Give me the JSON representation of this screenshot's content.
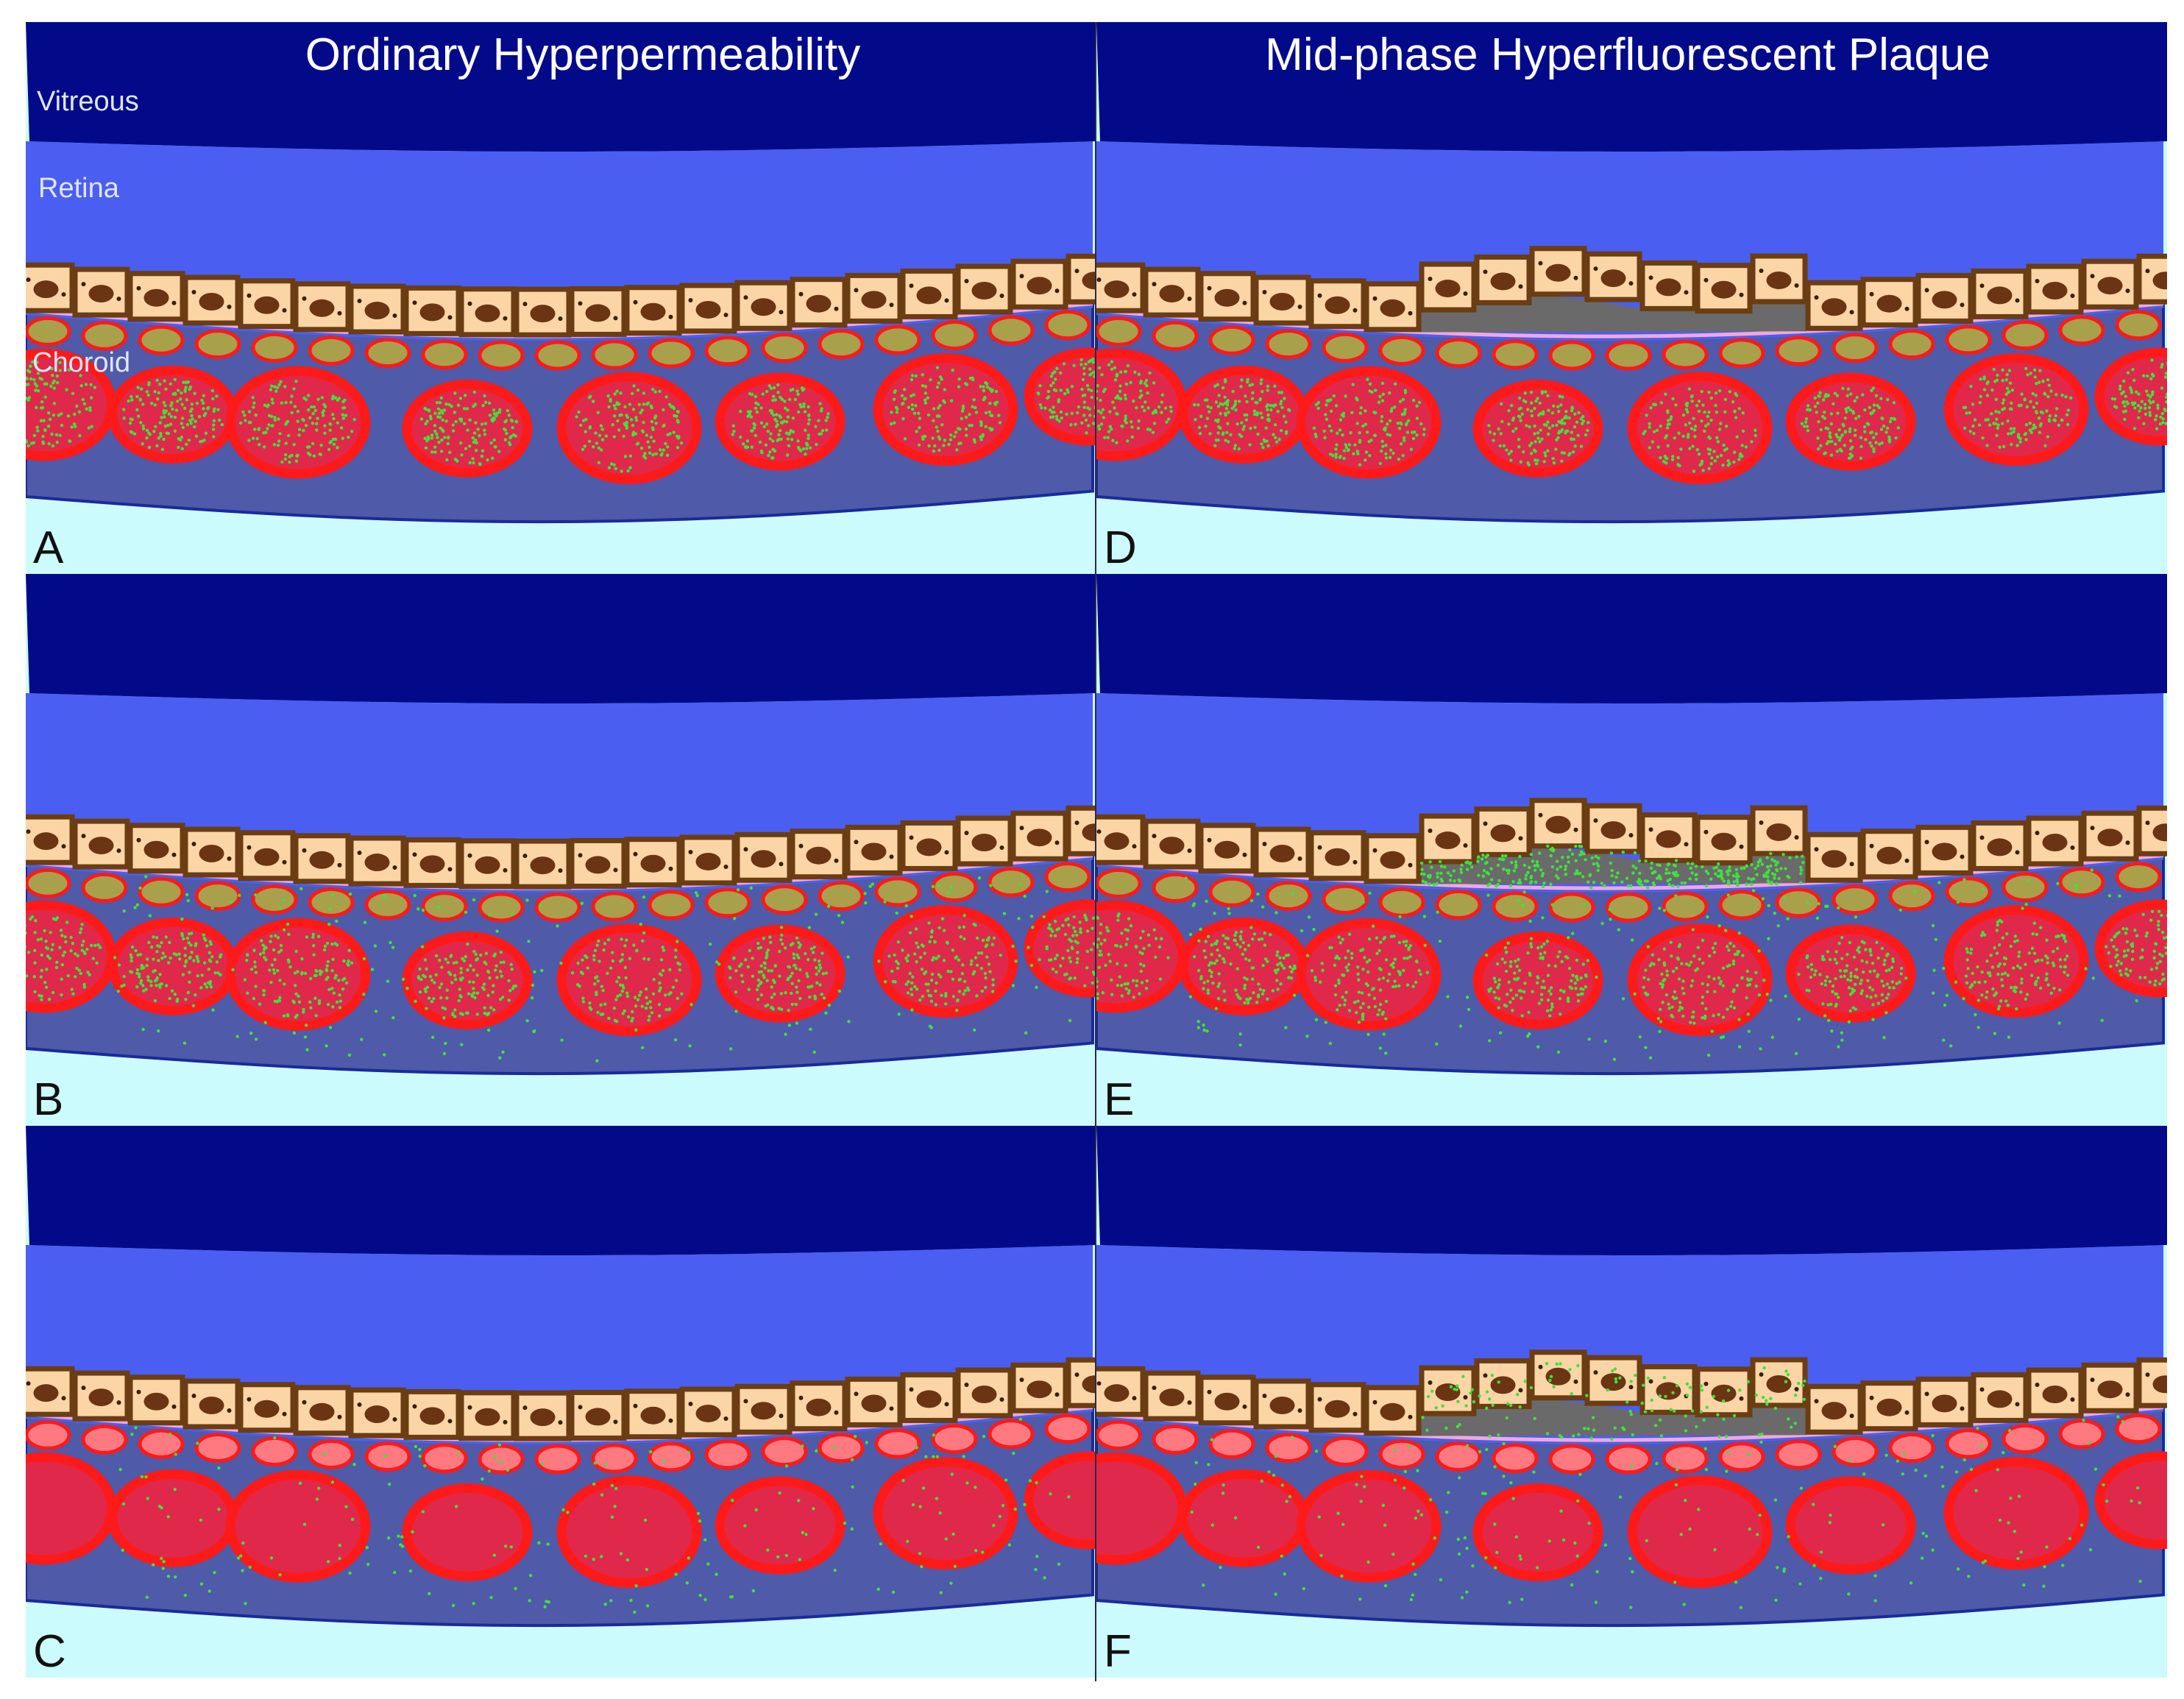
{
  "column_titles": [
    "Ordinary Hyperpermeability",
    "Mid-phase Hyperfluorescent Plaque"
  ],
  "layer_labels": {
    "vitreous": "Vitreous",
    "retina": "Retina",
    "choroid": "Choroid"
  },
  "panels": [
    {
      "letter": "A",
      "col": 0,
      "row": 0,
      "plaque": false,
      "dye": "intravascular"
    },
    {
      "letter": "B",
      "col": 0,
      "row": 1,
      "plaque": false,
      "dye": "leaking"
    },
    {
      "letter": "C",
      "col": 0,
      "row": 2,
      "plaque": false,
      "dye": "extravascular"
    },
    {
      "letter": "D",
      "col": 1,
      "row": 0,
      "plaque": true,
      "dye": "intravascular"
    },
    {
      "letter": "E",
      "col": 1,
      "row": 1,
      "plaque": true,
      "dye": "leaking"
    },
    {
      "letter": "F",
      "col": 1,
      "row": 2,
      "plaque": true,
      "dye": "extravascular"
    }
  ],
  "colors": {
    "vitreous": "#020a8a",
    "retina": "#4b5ef2",
    "choroid": "#4f5aa8",
    "sclera": "#ccfbfd",
    "rpe_cell": "#fcd5a6",
    "rpe_border": "#6b3d12",
    "nucleus": "#6b3412",
    "bruch": "#f3a8d4",
    "vessel_rim": "#ff1a1a",
    "vessel_fill": "#e0284a",
    "capillary_fill_dye": "#a8a04a",
    "capillary_fill": "#ff7a80",
    "dye": "#40e040",
    "plaque": "#6a6a6a"
  }
}
